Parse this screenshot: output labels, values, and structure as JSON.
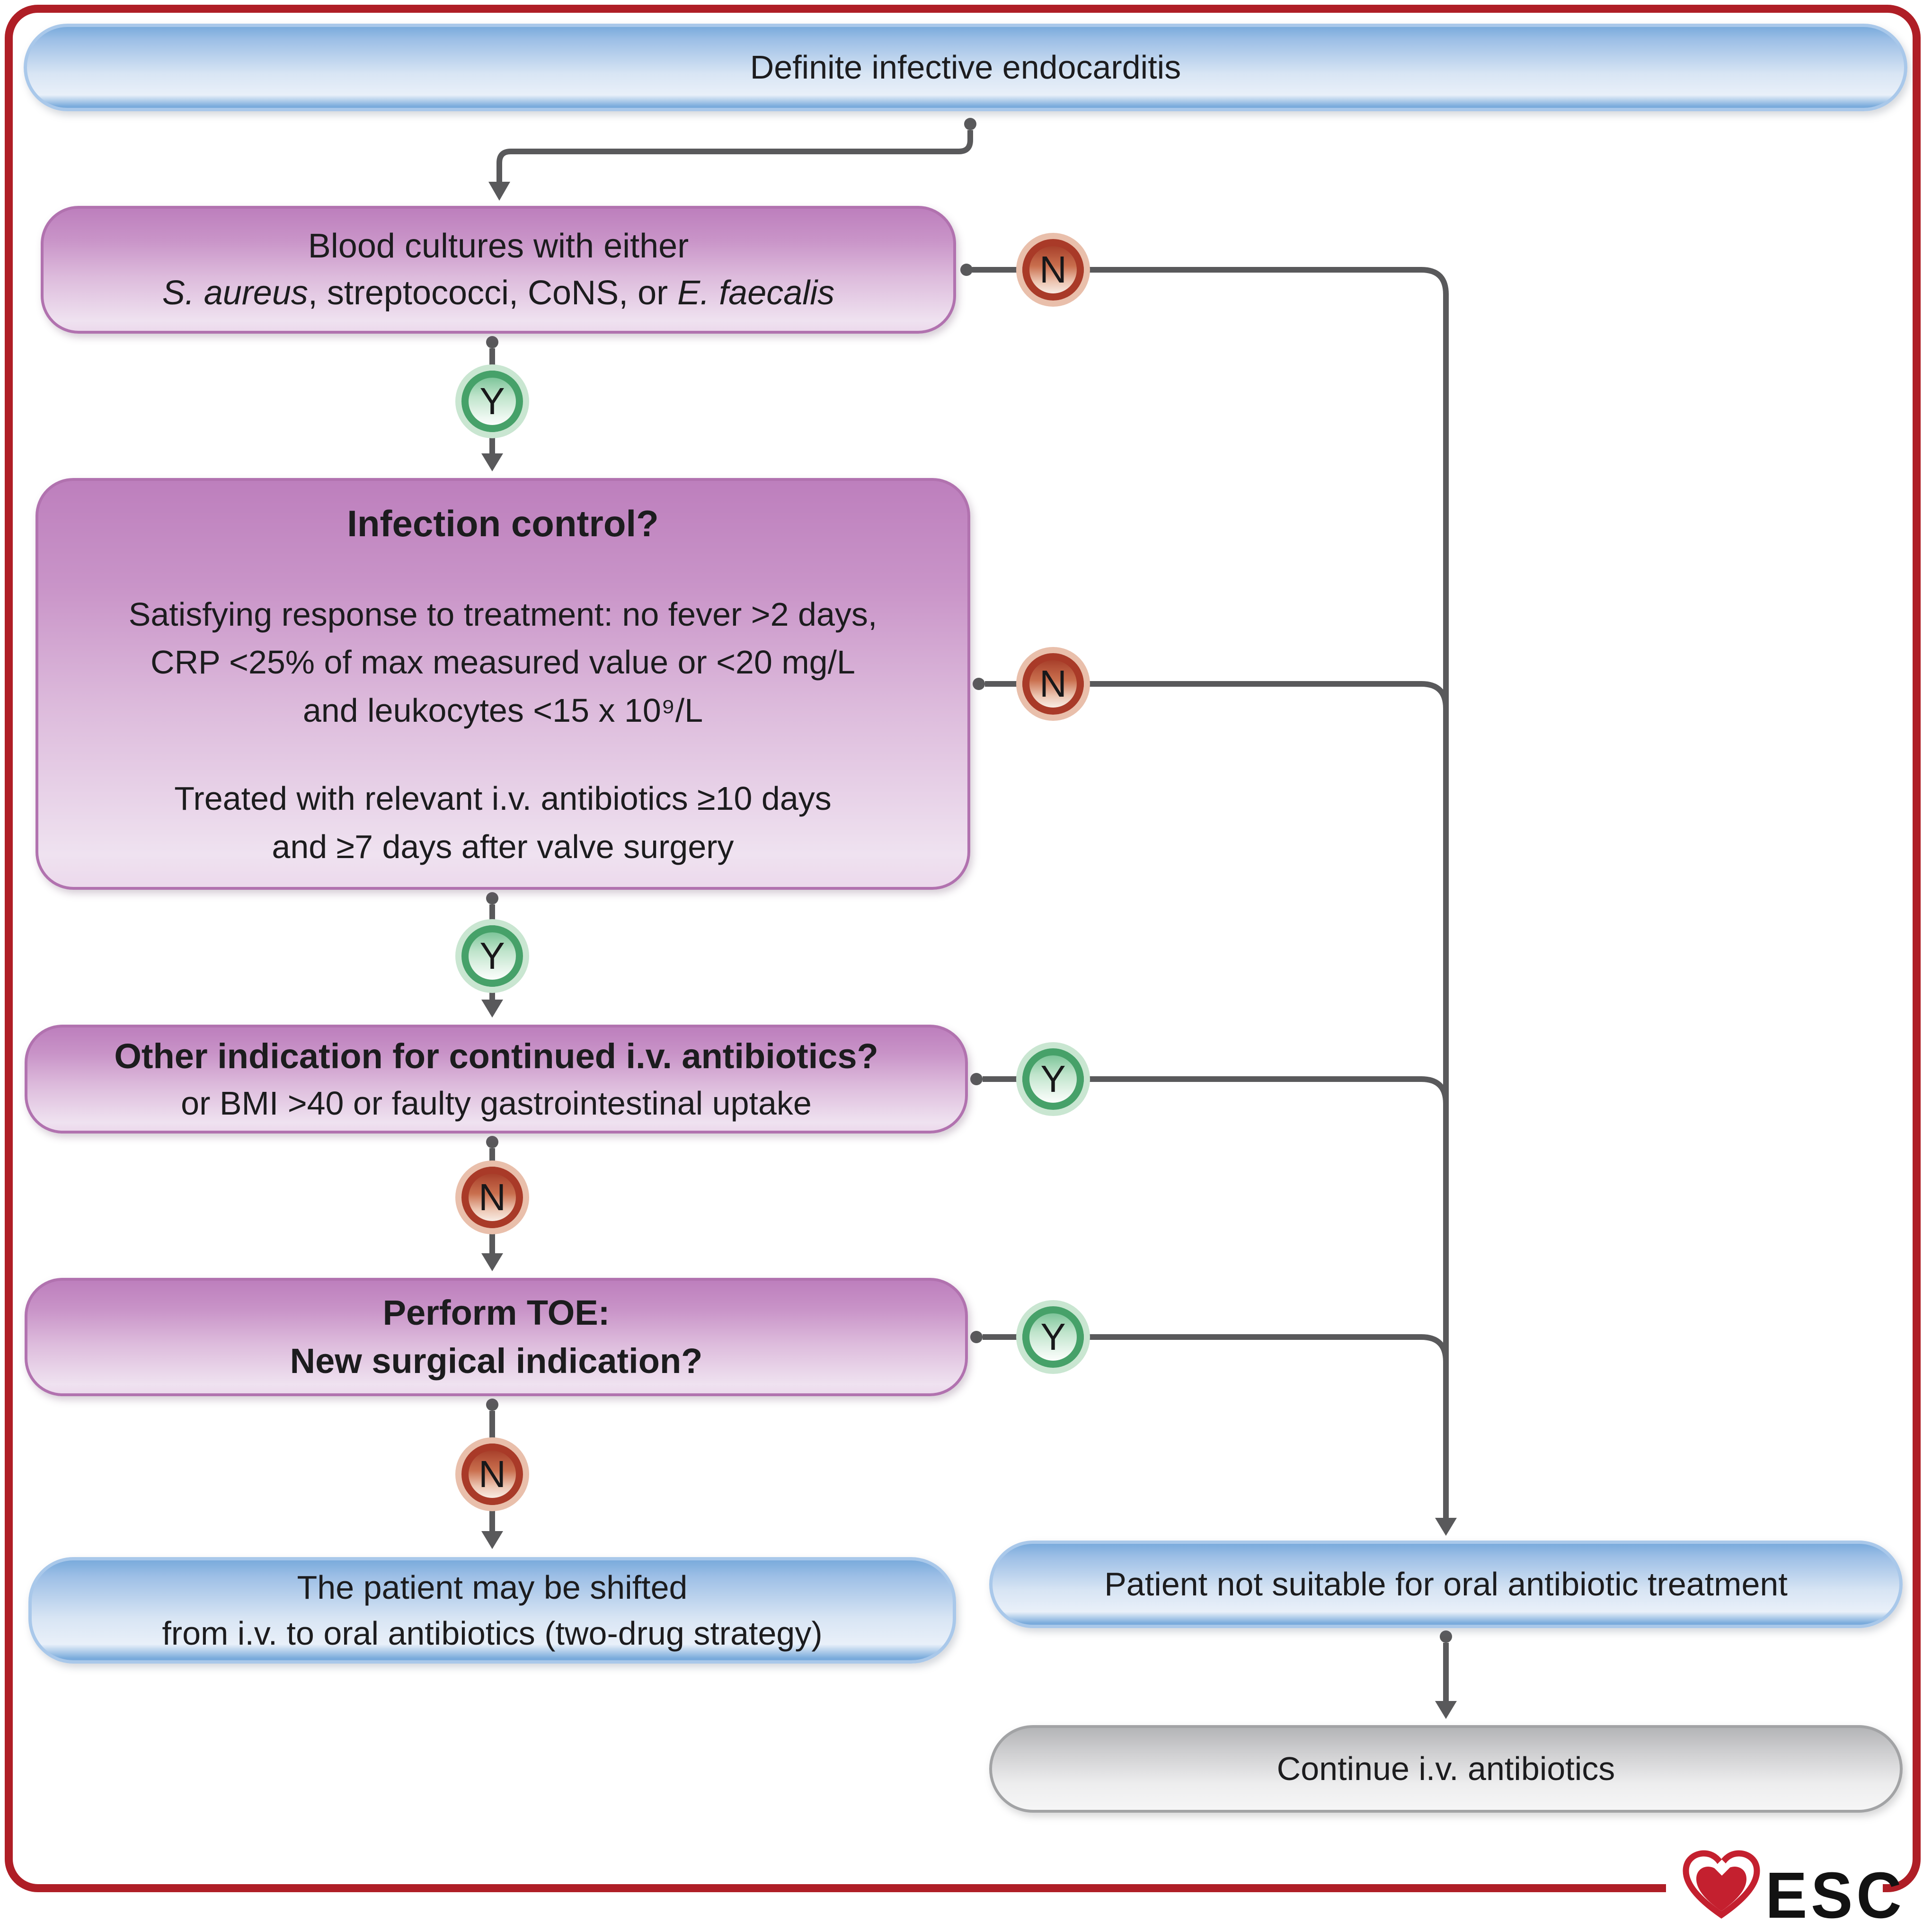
{
  "figure": {
    "frame_color": "#af1e26",
    "line_color": "#59595b",
    "accent_blue": "#7aabdc",
    "accent_purple": "#bd7fbd",
    "badge_yes_color": "#46a169",
    "badge_no_color": "#a93a28"
  },
  "nodes": {
    "start": {
      "label": "Definite infective endocarditis"
    },
    "blood": {
      "line1": "Blood cultures with either",
      "line2_italic1": "S. aureus",
      "line2_mid": ", streptococci, CoNS, or ",
      "line2_italic2": "E. faecalis"
    },
    "infection": {
      "title": "Infection control?",
      "body1_line1": "Satisfying response to treatment: no fever >2 days,",
      "body1_line2": "CRP <25% of max measured value or <20 mg/L",
      "body1_line3": "and leukocytes <15 x 10⁹/L",
      "body2_line1": "Treated with relevant i.v. antibiotics ≥10 days",
      "body2_line2": "and ≥7 days after valve surgery"
    },
    "other": {
      "line1": "Other indication for continued i.v. antibiotics?",
      "line2": "or BMI >40 or faulty gastrointestinal uptake"
    },
    "toe": {
      "line1": "Perform TOE:",
      "line2": "New surgical indication?"
    },
    "shifted": {
      "line1": "The patient may be shifted",
      "line2": "from i.v. to oral antibiotics (two-drug strategy)"
    },
    "not_suitable": {
      "label": "Patient not suitable for oral antibiotic treatment"
    },
    "continue_iv": {
      "label": "Continue i.v. antibiotics"
    }
  },
  "badges": {
    "yes": "Y",
    "no": "N"
  },
  "logo": {
    "text": "ESC"
  }
}
